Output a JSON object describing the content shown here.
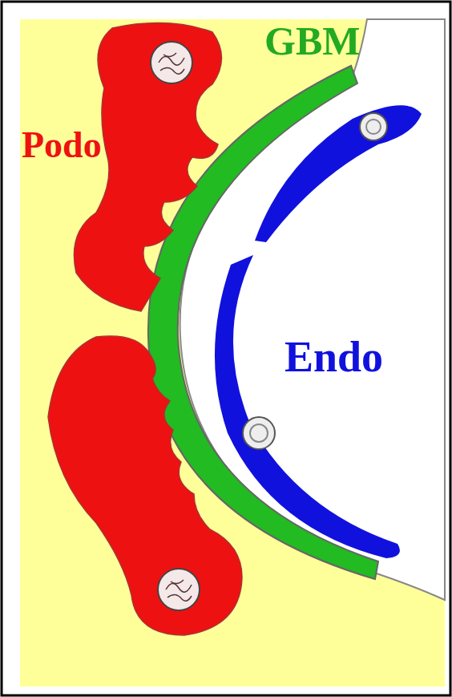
{
  "diagram": {
    "labels": [
      "Podo",
      "GBM",
      "Endo"
    ]
  }
}
